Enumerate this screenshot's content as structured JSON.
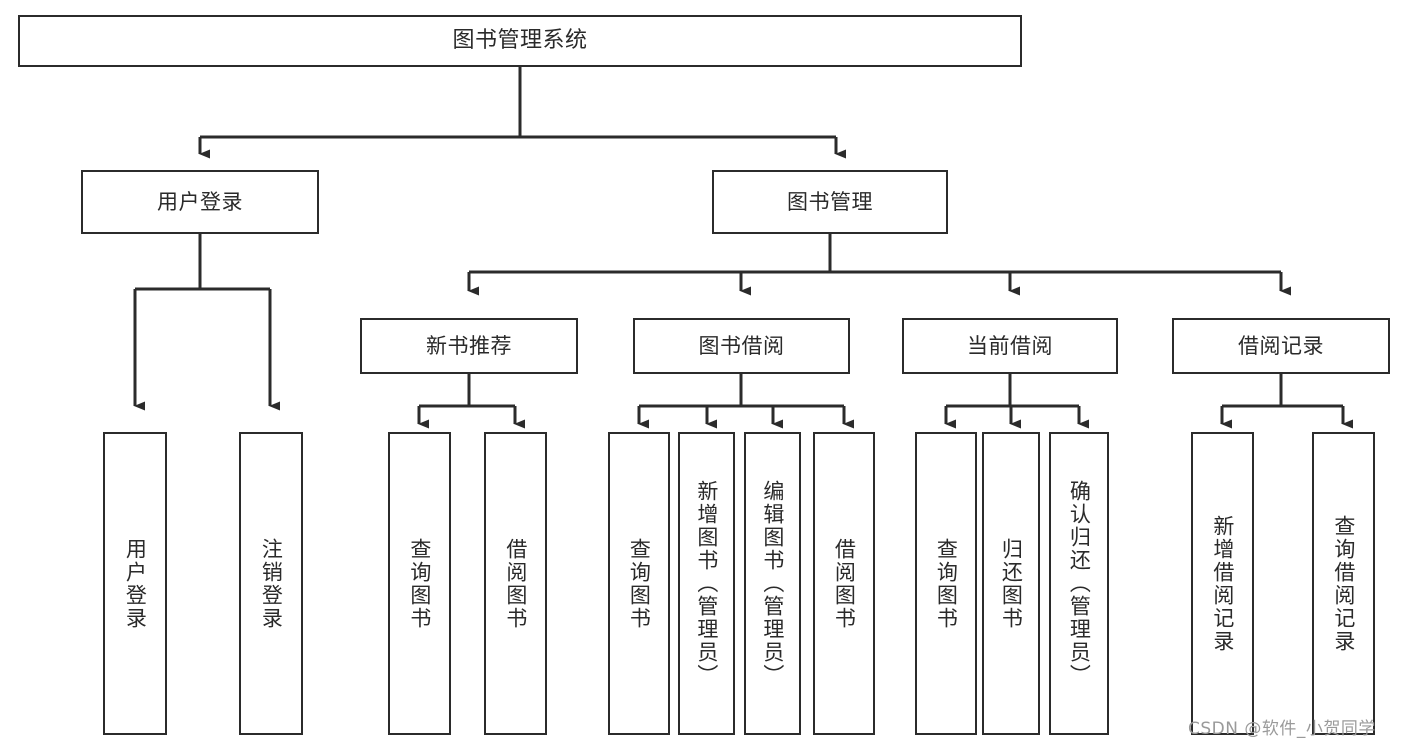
{
  "diagram": {
    "title": "图书管理系统",
    "type": "functional-structure-tree",
    "root": {
      "id": "root",
      "label": "图书管理系统"
    },
    "level1": [
      {
        "id": "user-login",
        "label": "用户登录"
      },
      {
        "id": "book-manage",
        "label": "图书管理"
      }
    ],
    "level2": [
      {
        "id": "new-book-rec",
        "label": "新书推荐",
        "parent": "book-manage"
      },
      {
        "id": "book-borrow",
        "label": "图书借阅",
        "parent": "book-manage"
      },
      {
        "id": "current-borrow",
        "label": "当前借阅",
        "parent": "book-manage"
      },
      {
        "id": "borrow-record",
        "label": "借阅记录",
        "parent": "book-manage"
      }
    ],
    "leaves": [
      {
        "id": "leaf-user-login",
        "label": "用户登录",
        "parent": "user-login"
      },
      {
        "id": "leaf-user-logout",
        "label": "注销登录",
        "parent": "user-login"
      },
      {
        "id": "leaf-query-book-1",
        "label": "查询图书",
        "parent": "new-book-rec"
      },
      {
        "id": "leaf-borrow-book-1",
        "label": "借阅图书",
        "parent": "new-book-rec"
      },
      {
        "id": "leaf-query-book-2",
        "label": "查询图书",
        "parent": "book-borrow"
      },
      {
        "id": "leaf-add-book",
        "label": "新增图书（管理员）",
        "parent": "book-borrow"
      },
      {
        "id": "leaf-edit-book",
        "label": "编辑图书（管理员）",
        "parent": "book-borrow"
      },
      {
        "id": "leaf-borrow-book-2",
        "label": "借阅图书",
        "parent": "book-borrow"
      },
      {
        "id": "leaf-query-book-3",
        "label": "查询图书",
        "parent": "current-borrow"
      },
      {
        "id": "leaf-return-book",
        "label": "归还图书",
        "parent": "current-borrow"
      },
      {
        "id": "leaf-confirm-return",
        "label": "确认归还（管理员）",
        "parent": "current-borrow"
      },
      {
        "id": "leaf-add-record",
        "label": "新增借阅记录",
        "parent": "borrow-record"
      },
      {
        "id": "leaf-query-record",
        "label": "查询借阅记录",
        "parent": "borrow-record"
      }
    ]
  },
  "watermark": {
    "text": "CSDN @软件_小贺同学"
  },
  "colors": {
    "stroke": "#2b2b2b",
    "text": "#2a2a2a",
    "background": "#ffffff",
    "watermark": "#9a9a9a"
  }
}
